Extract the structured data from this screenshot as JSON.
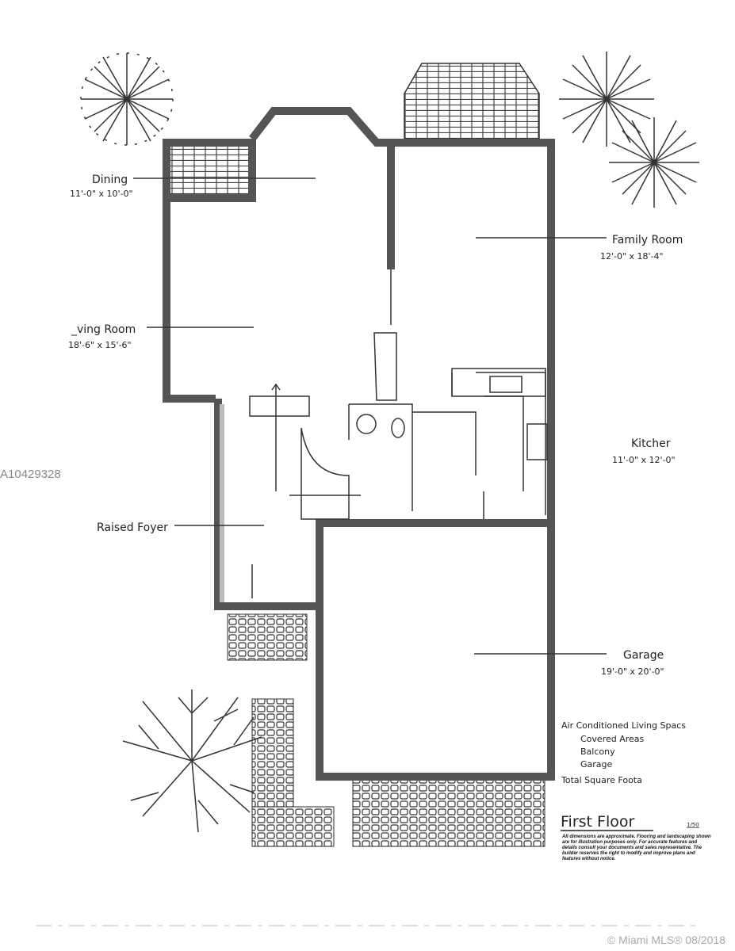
{
  "rooms": {
    "dining": {
      "name": "Dining",
      "dims": "11'-0\" x 10'-0\""
    },
    "living": {
      "name": "_ving Room",
      "dims": "18'-6\" x 15'-6\""
    },
    "family": {
      "name": "Family Room",
      "dims": "12'-0\" x 18'-4\""
    },
    "kitchen": {
      "name": "Kitcher",
      "dims": "11'-0\" x 12'-0\""
    },
    "foyer": {
      "name": "Raised Foyer"
    },
    "garage": {
      "name": "Garage",
      "dims": "19'-0\" x 20'-0\""
    }
  },
  "area_table": [
    "Air Conditioned Living Spacs",
    "Covered Areas",
    "Balcony",
    "Garage",
    "Total Square Foota"
  ],
  "title": {
    "floor": "First Floor",
    "scale": "1/50"
  },
  "disclaimer": "All dimensions are approximate. Flooring and landscaping shown are for illustration purposes only. For accurate features and details consult your documents and sales representative. The builder reserves the right to modify and improve plans and features without notice.",
  "listing_id": "A10429328",
  "watermark": "© Miami MLS® 08/2018"
}
